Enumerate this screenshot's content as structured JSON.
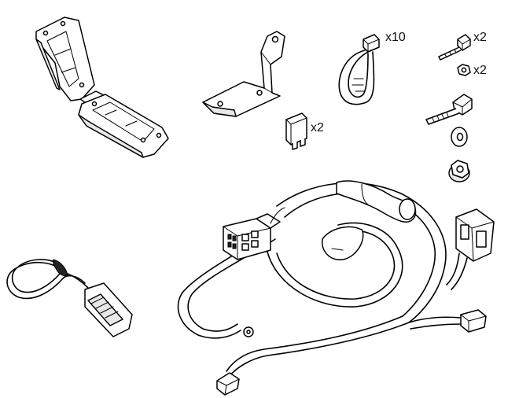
{
  "parts": {
    "cable_ties": {
      "qty": "x10"
    },
    "bolts_small": {
      "qty": "x2"
    },
    "nuts_small": {
      "qty": "x2"
    },
    "fuses": {
      "qty": "x2"
    }
  }
}
